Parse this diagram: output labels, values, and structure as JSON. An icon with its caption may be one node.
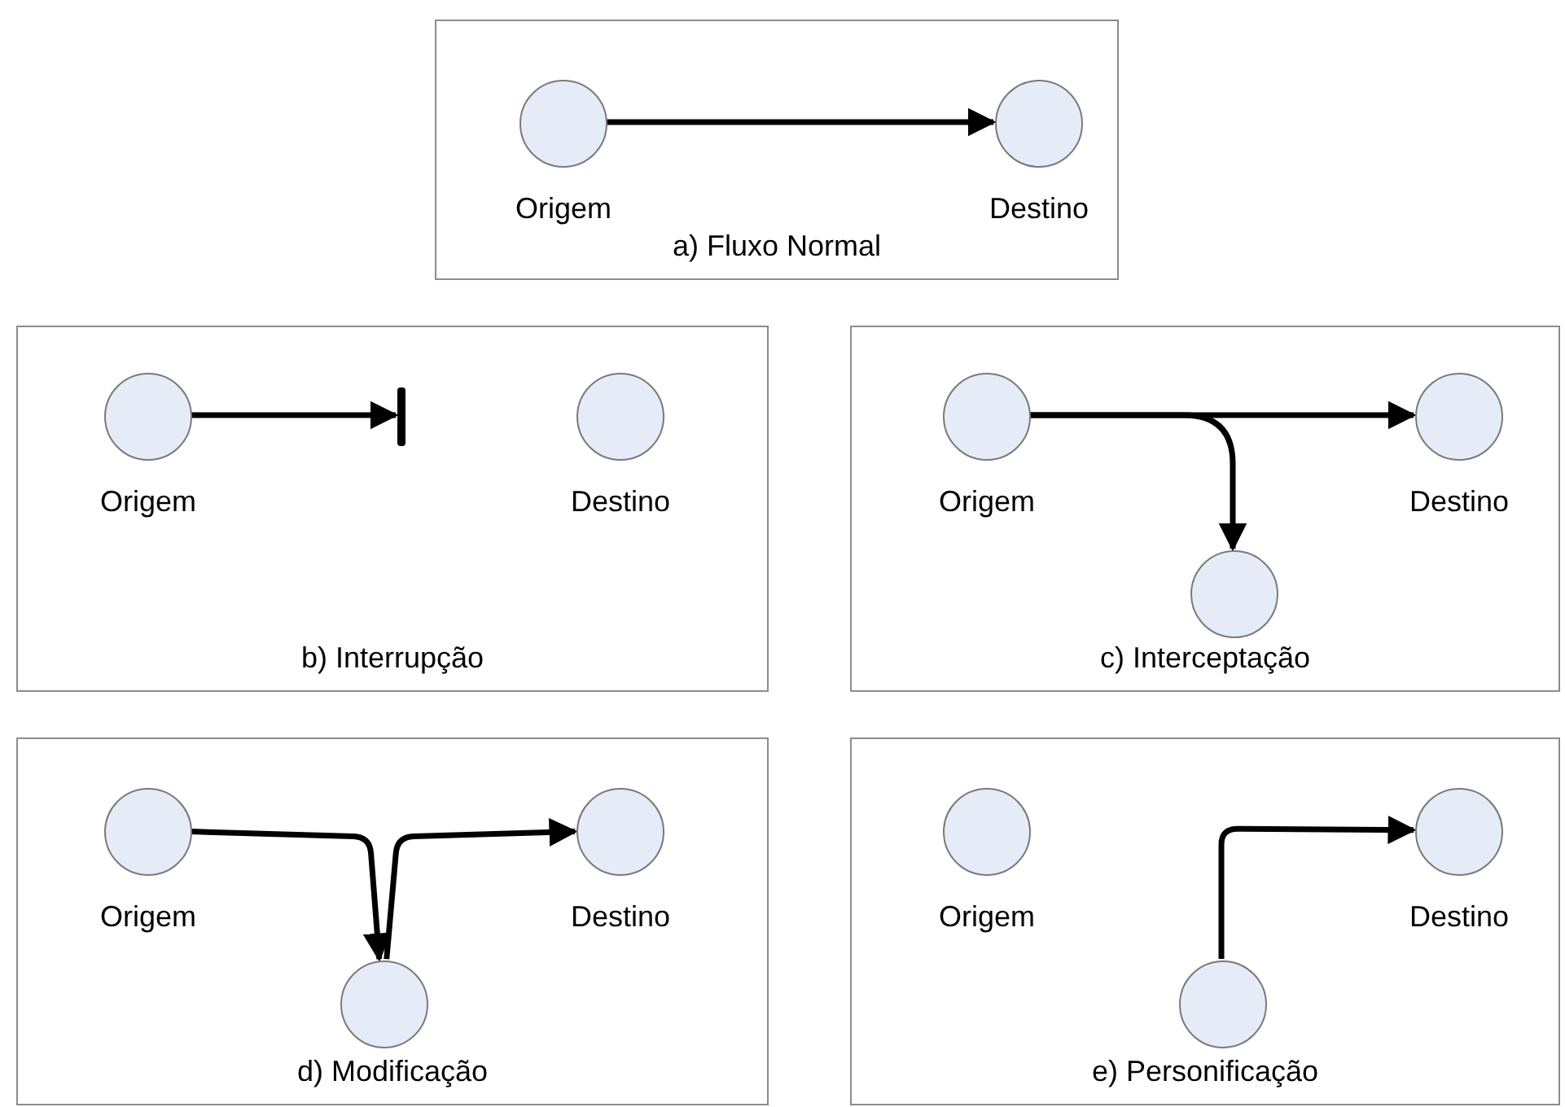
{
  "diagram": {
    "nodes": [
      {
        "text": [
          "a) Fluxo Normal"
        ]
      },
      {
        "text": [],
        "shape": "circle",
        "beside": [
          "Origem"
        ],
        "in": 0
      },
      {
        "text": [],
        "shape": "circle",
        "beside": [
          "Destino"
        ],
        "in": 0
      },
      {
        "text": [
          "b) Interrupção"
        ]
      },
      {
        "text": [],
        "shape": "circle",
        "beside": [
          "Origem"
        ],
        "in": 3
      },
      {
        "text": [],
        "shape": "bar",
        "in": 3
      },
      {
        "text": [],
        "shape": "circle",
        "beside": [
          "Destino"
        ],
        "in": 3
      },
      {
        "text": [
          "c) Interceptação"
        ]
      },
      {
        "text": [],
        "shape": "circle",
        "beside": [
          "Origem"
        ],
        "in": 7
      },
      {
        "text": [],
        "shape": "circle",
        "beside": [
          "Destino"
        ],
        "in": 7
      },
      {
        "text": [],
        "shape": "circle",
        "in": 7
      },
      {
        "text": [
          "d) Modificação"
        ]
      },
      {
        "text": [],
        "shape": "circle",
        "beside": [
          "Origem"
        ],
        "in": 11
      },
      {
        "text": [],
        "shape": "circle",
        "beside": [
          "Destino"
        ],
        "in": 11
      },
      {
        "text": [],
        "shape": "circle",
        "in": 11
      },
      {
        "text": [
          "e) Personificação"
        ]
      },
      {
        "text": [],
        "shape": "circle",
        "beside": [
          "Origem"
        ],
        "in": 15
      },
      {
        "text": [],
        "shape": "circle",
        "beside": [
          "Destino"
        ],
        "in": 15
      },
      {
        "text": [],
        "shape": "circle",
        "in": 15
      }
    ],
    "edges": [
      {
        "from": 1,
        "to": 2,
        "arrow": "to"
      },
      {
        "from": 4,
        "to": 5,
        "arrow": "to"
      },
      {
        "from": 8,
        "to": 9,
        "arrow": "to"
      },
      {
        "from": 8,
        "to": 10,
        "arrow": "to"
      },
      {
        "from": 12,
        "to": 14,
        "arrow": "to"
      },
      {
        "from": 14,
        "to": 13,
        "arrow": "to"
      },
      {
        "from": 18,
        "to": 17,
        "arrow": "to"
      }
    ]
  }
}
